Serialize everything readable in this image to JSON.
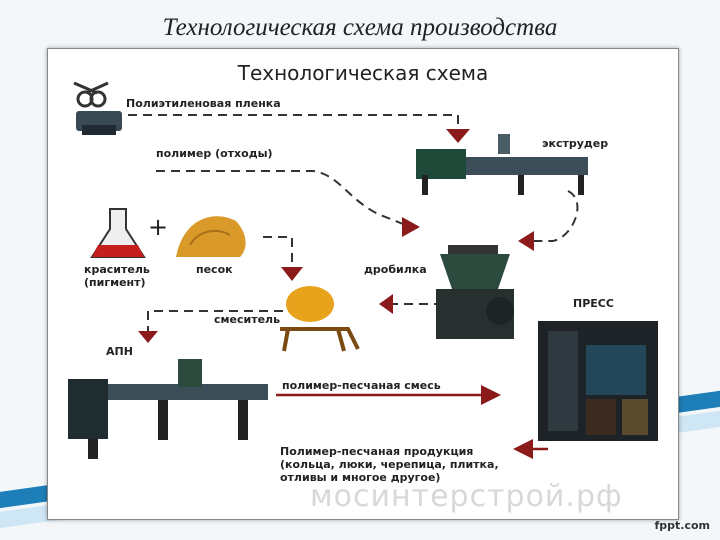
{
  "slide": {
    "title": "Технологическая схема производства",
    "footer": "fppt.com"
  },
  "scheme": {
    "title": "Технологическая схема",
    "watermark": "мосинтерстрой.рф",
    "labels": {
      "film": "Полиэтиленовая пленка",
      "extruder": "экструдер",
      "waste": "полимер (отходы)",
      "dye_line1": "краситель",
      "dye_line2": "(пигмент)",
      "sand": "песок",
      "crusher": "дробилка",
      "press": "ПРЕСС",
      "mixer": "смеситель",
      "apn": "АПН",
      "mix": "полимер-песчаная смесь",
      "product_line1": "Полимер-песчаная продукция",
      "product_line2": "(кольца, люки, черепица, плитка,",
      "product_line3": "отливы и многое другое)"
    }
  },
  "colors": {
    "arrow": "#8b1a1a",
    "machine": "#1f4a3a",
    "mixer": "#e8a21c",
    "dye": "#c41e1e",
    "sand": "#d99a2a"
  }
}
